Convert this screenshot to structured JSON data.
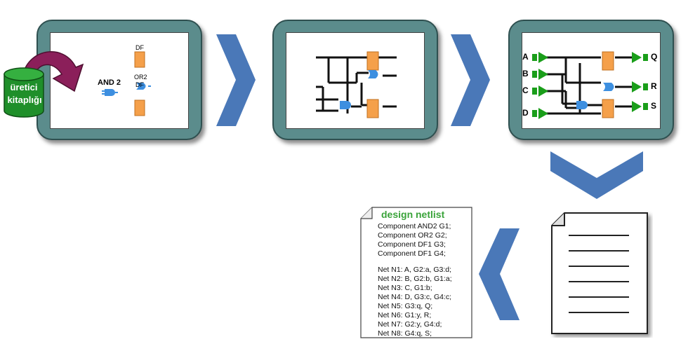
{
  "library": {
    "line1": "üretici",
    "line2": "kitaplığı"
  },
  "panel1": {
    "and_label": "AND 2",
    "df_label": "DF",
    "or_label": "OR2",
    "df_label2": "DF"
  },
  "panel3": {
    "inputs": [
      "A",
      "B",
      "C",
      "D"
    ],
    "outputs": [
      "Q",
      "R",
      "S"
    ]
  },
  "netlist": {
    "title": "design netlist",
    "lines": [
      "Component AND2 G1;",
      "Component OR2 G2;",
      "Component DF1 G3;",
      "Component DF1 G4;",
      "Net N1: A, G2:a, G3:d;",
      "Net N2: B, G2:b, G1:a;",
      "Net N3: C, G1:b;",
      "Net N4: D, G3:c, G4:c;",
      "Net N5: G3:q, Q;",
      "Net N6: G1:y, R;",
      "Net N7: G2:y, G4:d;",
      "Net N8: G4:q, S;"
    ]
  },
  "colors": {
    "panel": "#5b8c8c",
    "arrow": "#4a78b8",
    "green": "#1a9e1a",
    "orange": "#f5a04a",
    "gate": "#3d8fe0",
    "library": "#1f8f2a",
    "curve": "#8b1f5a"
  }
}
